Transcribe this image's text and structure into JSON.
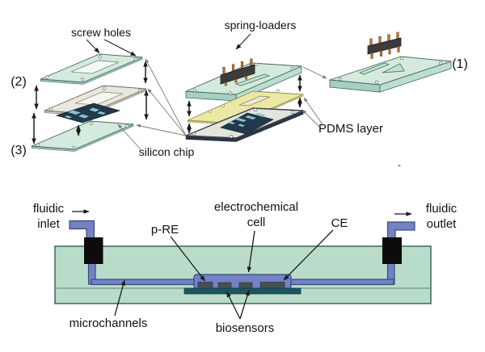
{
  "figure": {
    "top_panel": {
      "labels": {
        "screw_holes": "screw holes",
        "spring_loaders": "spring-loaders",
        "pdms_layer": "PDMS layer",
        "silicon_chip": "silicon chip",
        "part_1": "(1)",
        "part_2": "(2)",
        "part_3": "(3)",
        "stray_dash": "-"
      }
    },
    "bottom_panel": {
      "labels": {
        "fluidic_inlet": [
          "fluidic",
          "inlet"
        ],
        "p_re": "p-RE",
        "electrochemical_cell": [
          "electrochemical",
          "cell"
        ],
        "ce": "CE",
        "fluidic_outlet": [
          "fluidic",
          "outlet"
        ],
        "microchannels": "microchannels",
        "biosensors": "biosensors"
      }
    },
    "colors": {
      "background": "#ffffff",
      "plate_teal_top": "#d3eadd",
      "plate_teal_front": "#a6cfc0",
      "plate_gray": "#e8e8e0",
      "pdms_yellow": "#ece8a4",
      "silicon_chip_navy": "#21394a",
      "chip_pattern_blue": "#8fc0d0",
      "connector_body": "#3c3c3c",
      "pin_copper": "#bd772e",
      "slab_teal": "#b9dcca",
      "channel_blue": "#7282c2",
      "channel_border": "#3a4a80",
      "chip_strip_teal": "#1d575e",
      "electrode_gray": "#474f53",
      "fitting_black": "#0c0c0c",
      "text": "#111111"
    }
  }
}
